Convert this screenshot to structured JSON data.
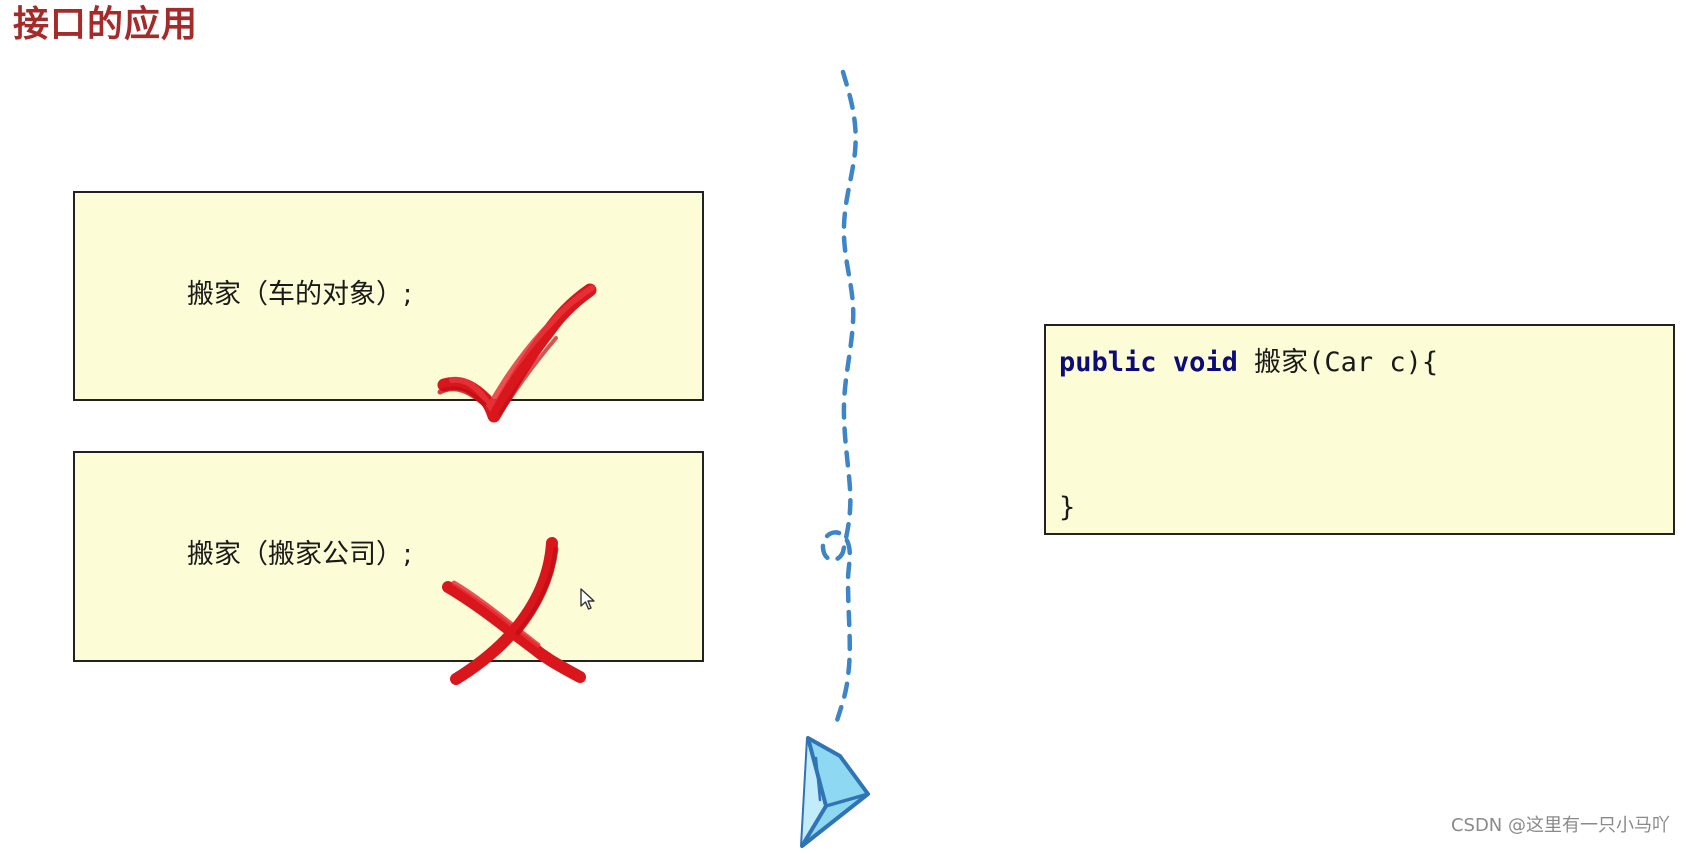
{
  "title": "接口的应用",
  "calls": {
    "valid": {
      "text": "搬家（车的对象）;",
      "result": "check"
    },
    "invalid": {
      "text": "搬家（搬家公司）;",
      "result": "cross"
    }
  },
  "code": {
    "keyword_public": "public",
    "keyword_void": "void",
    "signature": "搬家(Car c){",
    "closing": "}"
  },
  "watermark": "CSDN @这里有一只小马吖",
  "colors": {
    "title": "#a52a2a",
    "box_fill": "#fcfcd6",
    "mark_red": "#d9161c",
    "path_blue": "#3d85c6",
    "plane_fill": "#8fd8f2",
    "keyword": "#0b0b7a"
  }
}
